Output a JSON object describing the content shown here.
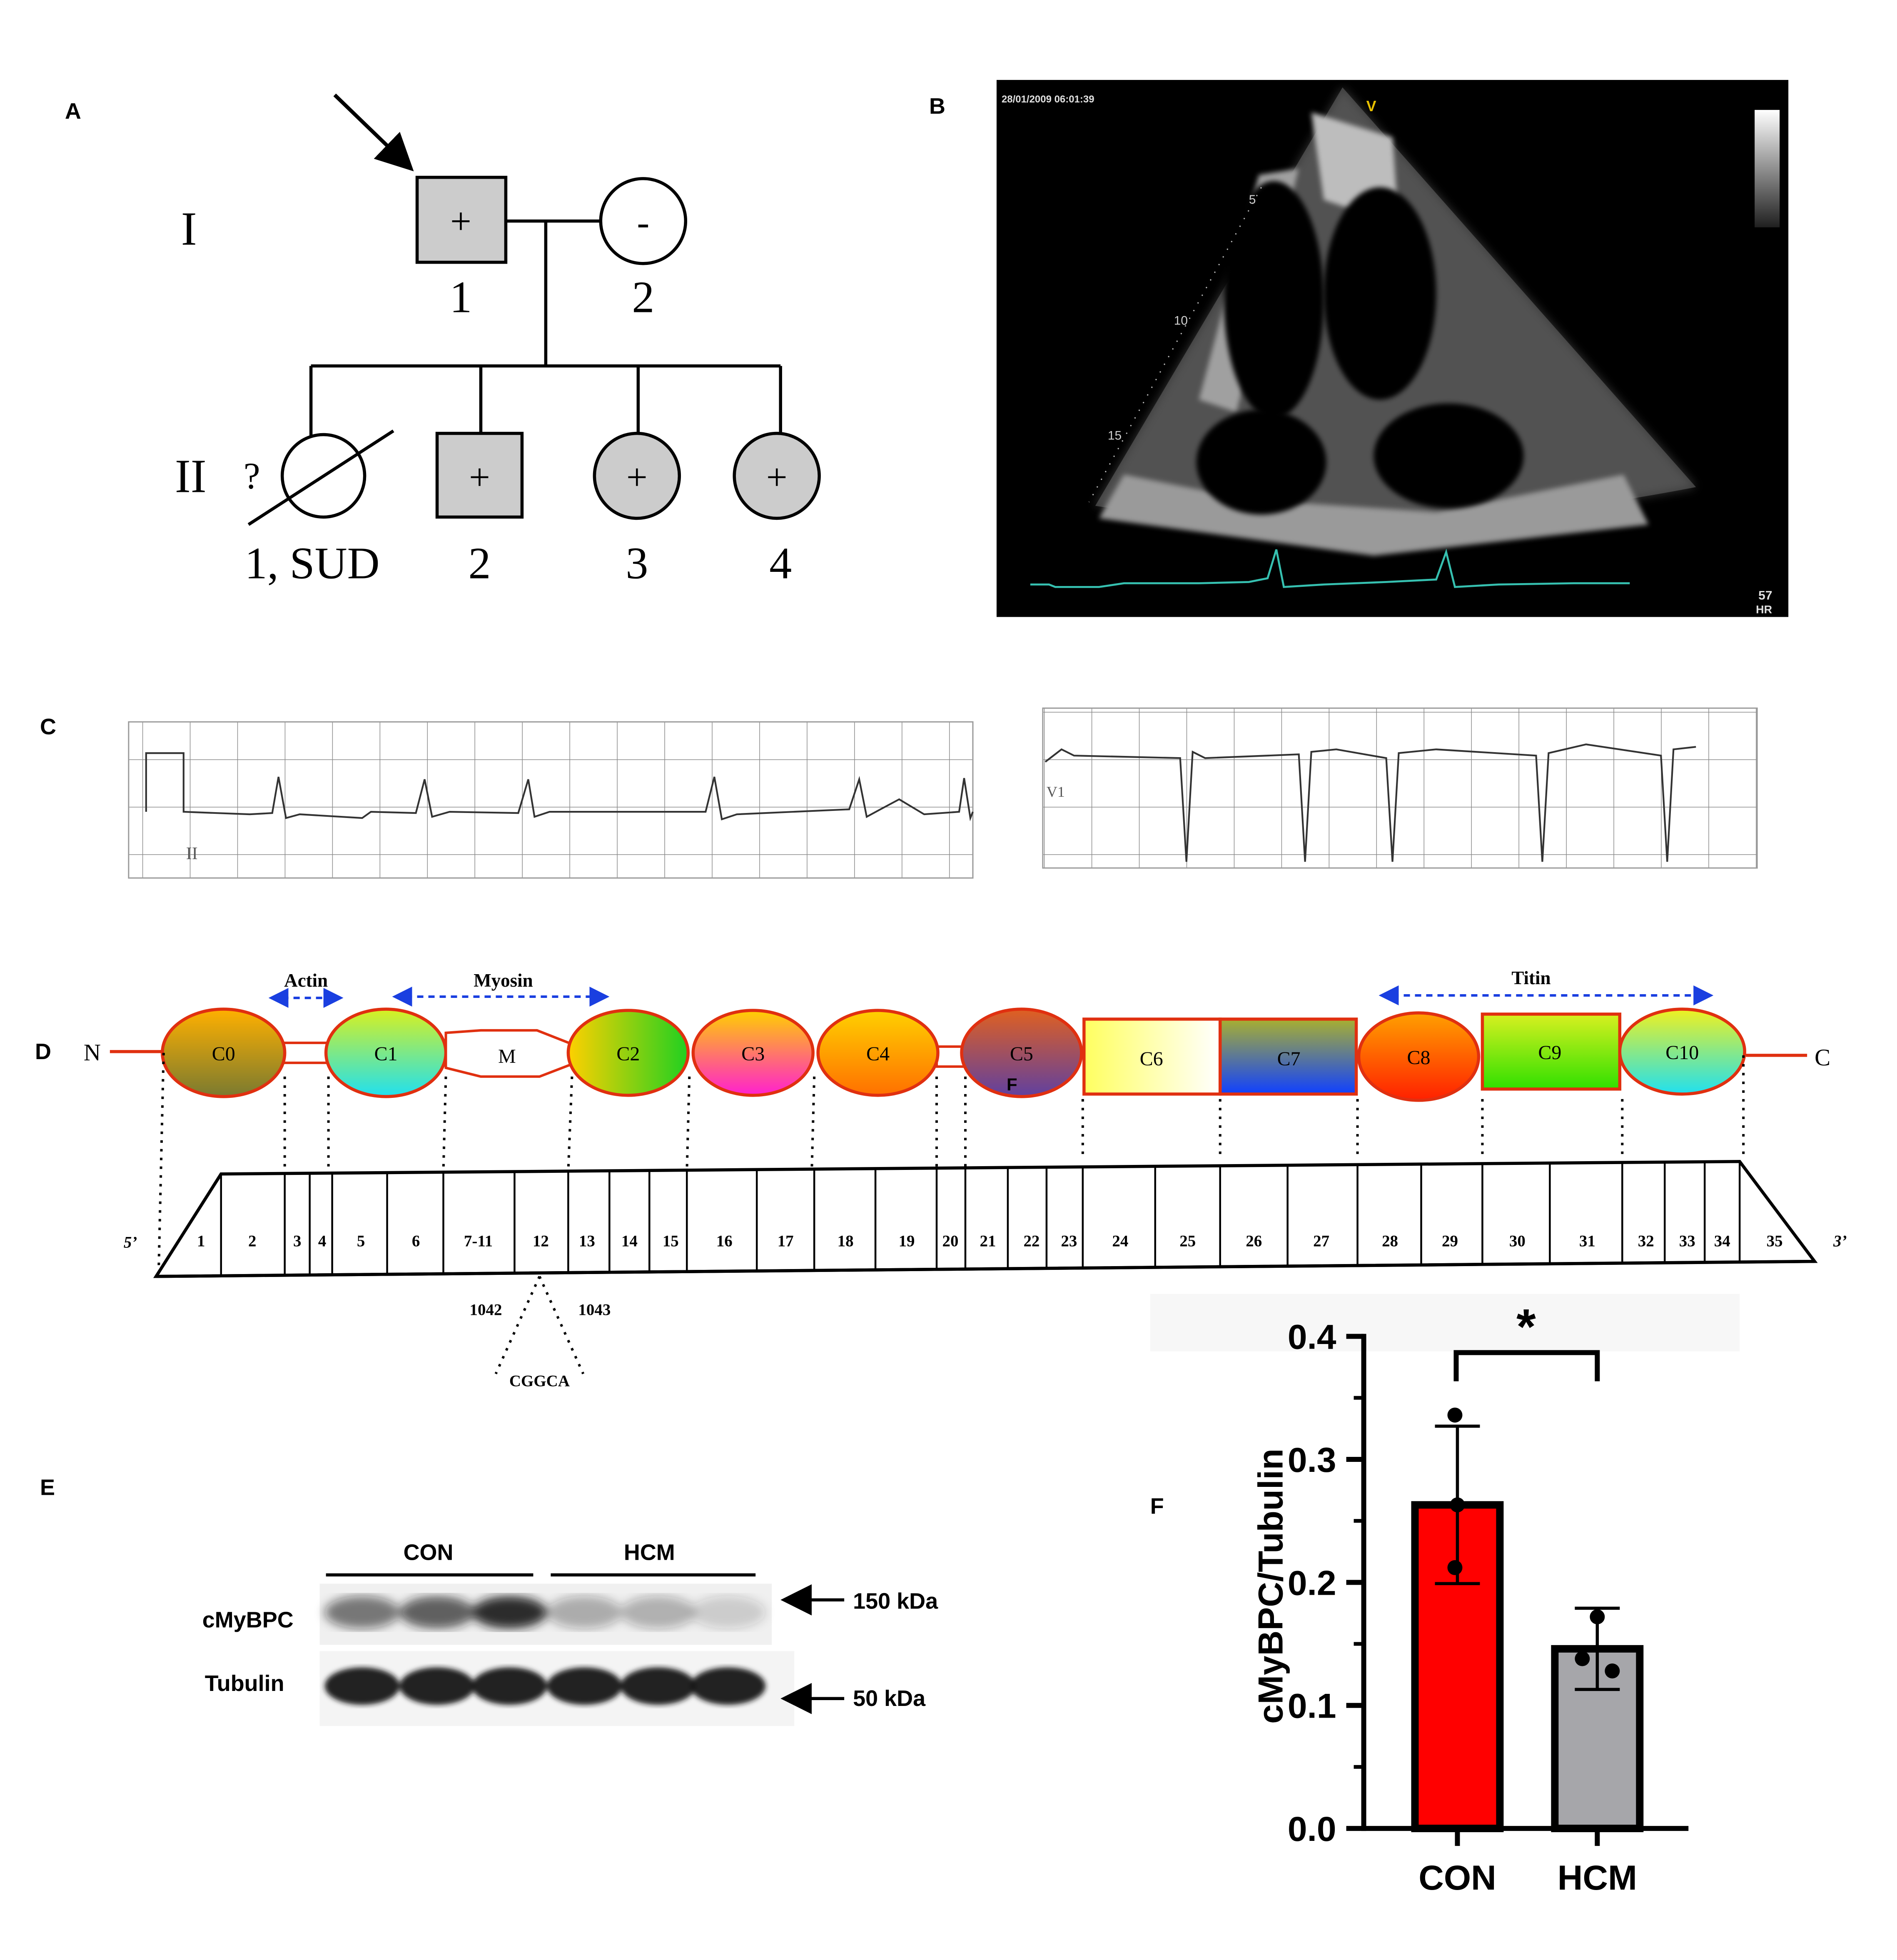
{
  "panels": {
    "a": "A",
    "b": "B",
    "c": "C",
    "d": "D",
    "e": "E",
    "f": "F"
  },
  "pedigree": {
    "gen1": "I",
    "gen2": "II",
    "i1": {
      "symbol": "+",
      "label": "1"
    },
    "i2": {
      "symbol": "-",
      "label": "2"
    },
    "ii1": {
      "prefix": "?",
      "label": "1, SUD"
    },
    "ii2": {
      "symbol": "+",
      "label": "2"
    },
    "ii3": {
      "symbol": "+",
      "label": "3"
    },
    "ii4": {
      "symbol": "+",
      "label": "4"
    }
  },
  "echo": {
    "timestamp": "28/01/2009 06:01:39",
    "marker_v": "V",
    "depth_5": "5",
    "depth_10": "10",
    "depth_15": "15",
    "hr_value": "57",
    "hr_unit": "HR"
  },
  "ecg": {
    "lead_left": "II",
    "lead_right": "V1"
  },
  "domains": {
    "n_term": "N",
    "c_term": "C",
    "binding_actin": "Actin",
    "binding_myosin": "Myosin",
    "binding_titin": "Titin",
    "names": [
      "C0",
      "C1",
      "M",
      "C2",
      "C3",
      "C4",
      "C5",
      "C6",
      "C7",
      "C8",
      "C9",
      "C10"
    ],
    "overlay_letter": "F",
    "exons": [
      "1",
      "2",
      "3",
      "4",
      "5",
      "6",
      "7-11",
      "12",
      "13",
      "14",
      "15",
      "16",
      "17",
      "18",
      "19",
      "20",
      "21",
      "22",
      "23",
      "24",
      "25",
      "26",
      "27",
      "28",
      "29",
      "30",
      "31",
      "32",
      "33",
      "34",
      "35"
    ],
    "five_prime": "5’",
    "three_prime": "3’",
    "mut_left": "1042",
    "mut_right": "1043",
    "insertion": "CGGCA"
  },
  "blot": {
    "group_con": "CON",
    "group_hcm": "HCM",
    "row_top": "cMyBPC",
    "row_bottom": "Tubulin",
    "marker_top": "150 kDa",
    "marker_bottom": "50 kDa",
    "colors": {
      "band": "#1a1a1a",
      "background": "#f2f2f2"
    }
  },
  "chart_data": {
    "type": "bar",
    "title": "",
    "xlabel": "",
    "ylabel": "cMyBPC/Tubulin",
    "categories": [
      "CON",
      "HCM"
    ],
    "values": [
      0.263,
      0.146
    ],
    "error": [
      0.064,
      0.033
    ],
    "points": [
      [
        0.336,
        0.263,
        0.212
      ],
      [
        0.172,
        0.138,
        0.128
      ]
    ],
    "ylim": [
      0,
      0.4
    ],
    "yticks": [
      "0.0",
      "0.1",
      "0.2",
      "0.3",
      "0.4"
    ],
    "colors": [
      "#ff0000",
      "#a6a6aa"
    ],
    "significance": "*",
    "grid": false
  }
}
